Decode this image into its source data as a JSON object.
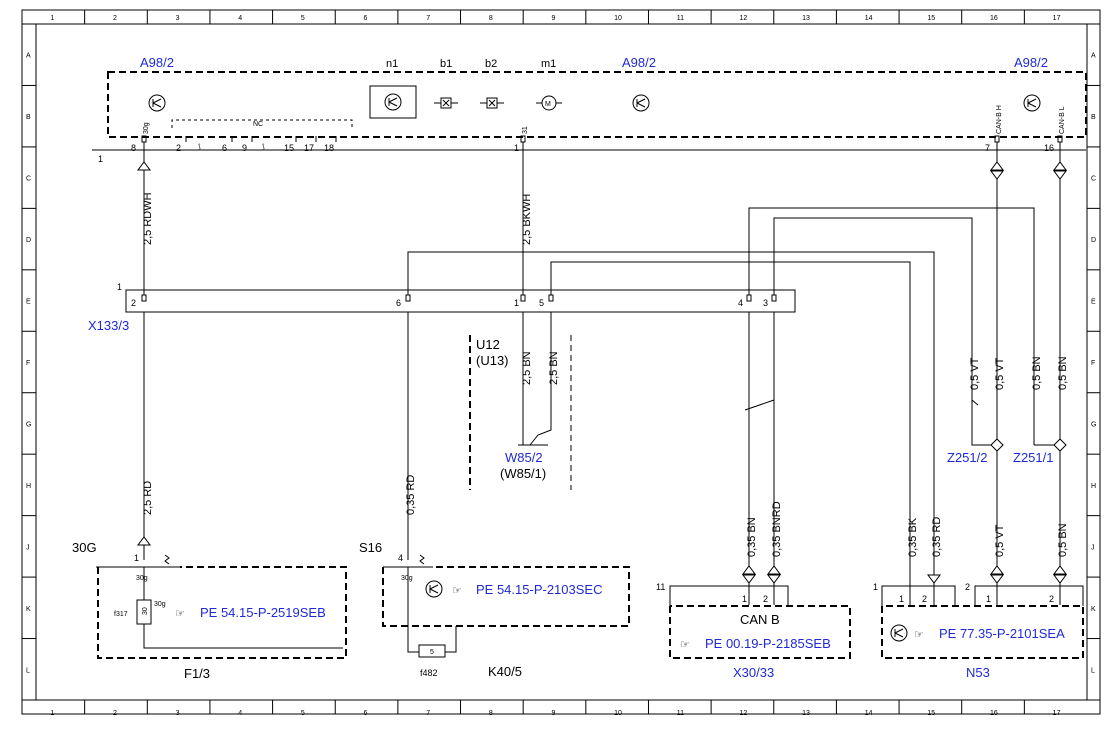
{
  "grid": {
    "columns": [
      "1",
      "2",
      "3",
      "4",
      "5",
      "6",
      "7",
      "8",
      "9",
      "10",
      "11",
      "12",
      "13",
      "14",
      "15",
      "16",
      "17"
    ],
    "rows": [
      "A",
      "B",
      "C",
      "D",
      "E",
      "F",
      "G",
      "H",
      "J",
      "K",
      "L"
    ]
  },
  "components": {
    "a98_left": "A98/2",
    "a98_mid": "A98/2",
    "a98_right": "A98/2",
    "n1": "n1",
    "b1": "b1",
    "b2": "b2",
    "m1": "m1",
    "x133": "X133/3",
    "u12": "U12",
    "u13": "(U13)",
    "w85_2": "W85/2",
    "w85_1": "(W85/1)",
    "z251_2": "Z251/2",
    "z251_1": "Z251/1",
    "f1_3": "F1/3",
    "k40_5": "K40/5",
    "x30_33": "X30/33",
    "n53": "N53",
    "label_30g": "30G",
    "label_s16": "S16",
    "can_b": "CAN B",
    "f317": "f317",
    "f482": "f482"
  },
  "pins": {
    "a98_8": "8",
    "a98_2": "2",
    "a98_6": "6",
    "a98_9": "9",
    "a98_15": "15",
    "a98_17": "17",
    "a98_18": "18",
    "a98_1": "1",
    "a98_7": "7",
    "a98_16": "16",
    "a98_30g": "30g",
    "a98_31": "31",
    "a98_nc": "NC",
    "a98_canh": "CAN-B H",
    "a98_canl": "CAN-B L",
    "a98_ref": "1",
    "x133_ref": "1",
    "x133_2": "2",
    "x133_6": "6",
    "x133_1": "1",
    "x133_5": "5",
    "x133_4": "4",
    "x133_3": "3",
    "f13_1": "1",
    "f13_30g_a": "30g",
    "f13_30g_b": "30g",
    "f13_30": "30",
    "k40_4": "4",
    "k40_30g": "30g",
    "k40_fuse": "5",
    "x30_ref": "11",
    "x30_1": "1",
    "x30_2": "2",
    "n53_ref1": "1",
    "n53_ref2": "2",
    "n53_1a": "1",
    "n53_2a": "2",
    "n53_1b": "1",
    "n53_2b": "2"
  },
  "wires": {
    "rdwh": "2,5 RDWH",
    "bkwh": "2,5 BKWH",
    "bn_a": "2,5 BN",
    "bn_b": "2,5 BN",
    "rd_f13": "2,5 RD",
    "rd_k40": "0,35 RD",
    "x30_bn": "0,35 BN",
    "x30_bnrd": "0,35 BNRD",
    "n53_bk": "0,35 BK",
    "n53_rd": "0,35 RD",
    "vt_a": "0,5 VT",
    "vt_b": "0,5 VT",
    "bn_c": "0,5 BN",
    "bn_d": "0,5 BN",
    "vt_c": "0,5 VT",
    "bn_e": "0,5 BN"
  },
  "references": {
    "f13": "PE 54.15-P-2519SEB",
    "k40": "PE 54.15-P-2103SEC",
    "x30": "PE 00.19-P-2185SEB",
    "n53": "PE 77.35-P-2101SEA"
  }
}
